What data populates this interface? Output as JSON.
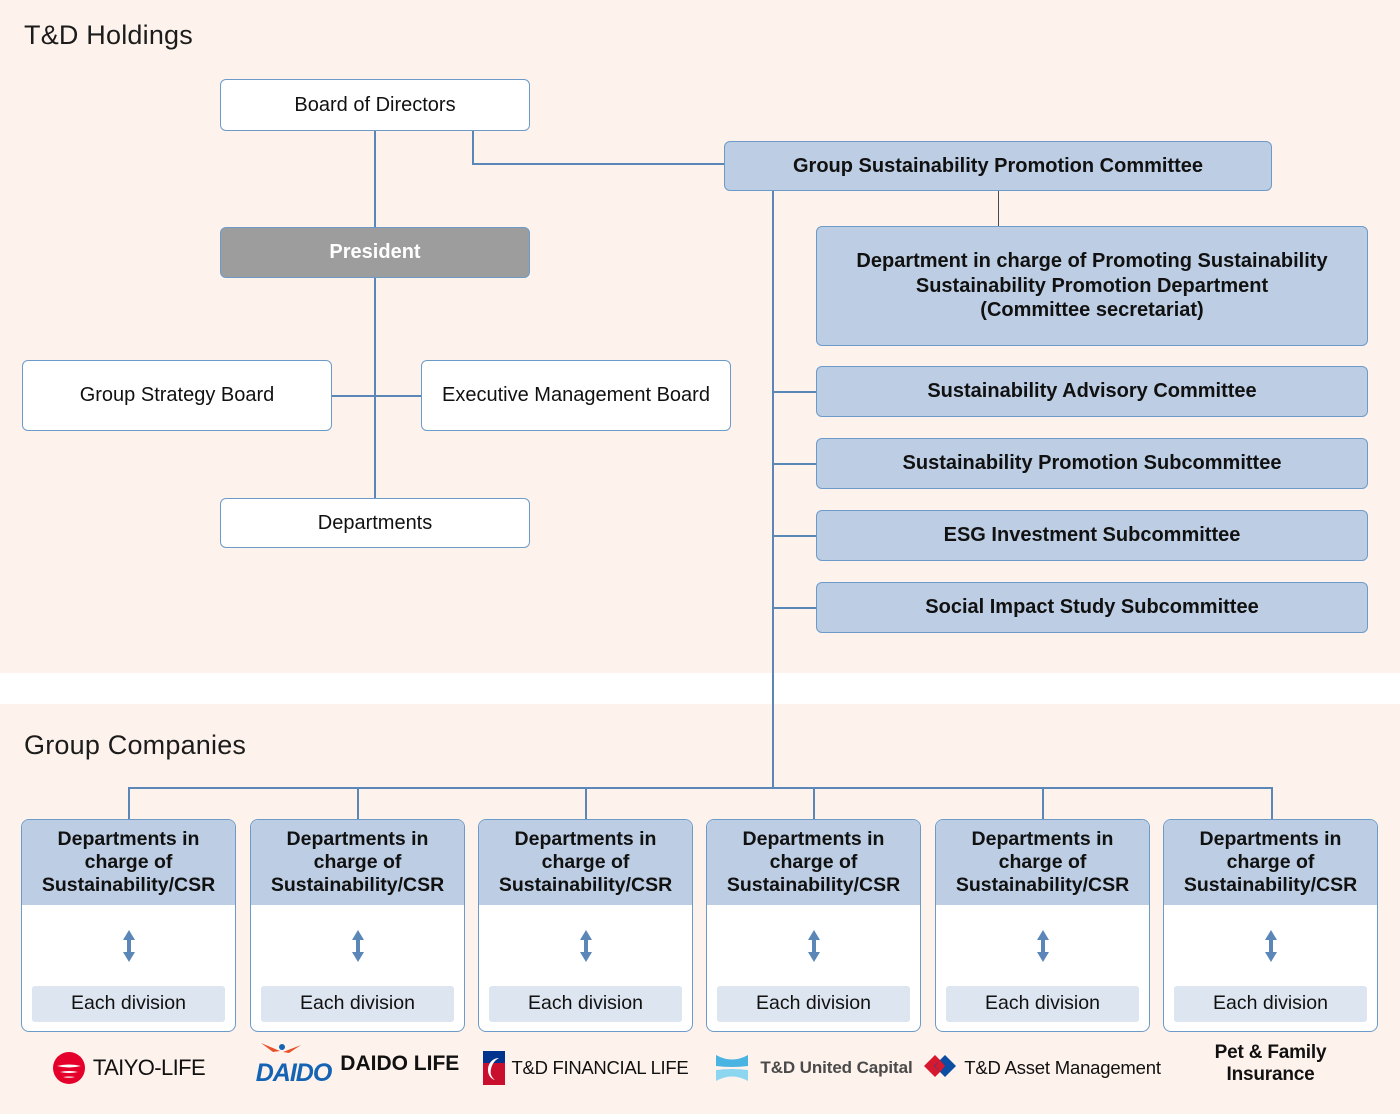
{
  "sections": {
    "holdings_title": "T&D Holdings",
    "companies_title": "Group Companies"
  },
  "holdings": {
    "board_of_directors": "Board of Directors",
    "president": "President",
    "group_strategy_board": "Group Strategy Board",
    "executive_management_board": "Executive Management Board",
    "departments": "Departments"
  },
  "sustainability": {
    "committee": "Group Sustainability Promotion Committee",
    "department_box": "Department in charge of Promoting Sustainability\nSustainability Promotion Department\n(Committee secretariat)",
    "department_box_lines": [
      "Department in charge of Promoting Sustainability",
      "Sustainability Promotion Department",
      "(Committee secretariat)"
    ],
    "subcommittees": [
      "Sustainability Advisory Committee",
      "Sustainability Promotion Subcommittee",
      "ESG Investment Subcommittee",
      "Social Impact Study Subcommittee"
    ]
  },
  "group_companies": {
    "card_head_lines": [
      "Departments in",
      "charge of",
      "Sustainability/CSR"
    ],
    "card_head": "Departments in charge of Sustainability/CSR",
    "card_foot": "Each division",
    "arrow_icon": "up-down-arrow-icon",
    "cards": [
      {
        "head": "Departments in charge of Sustainability/CSR",
        "foot": "Each division"
      },
      {
        "head": "Departments in charge of Sustainability/CSR",
        "foot": "Each division"
      },
      {
        "head": "Departments in charge of Sustainability/CSR",
        "foot": "Each division"
      },
      {
        "head": "Departments in charge of Sustainability/CSR",
        "foot": "Each division"
      },
      {
        "head": "Departments in charge of Sustainability/CSR",
        "foot": "Each division"
      },
      {
        "head": "Departments in charge of Sustainability/CSR",
        "foot": "Each division"
      }
    ]
  },
  "logos": [
    {
      "name": "taiyo-life-logo",
      "text": "TAIYO-LIFE",
      "icon": "red-sun-disc-icon",
      "color": "#e4002b"
    },
    {
      "name": "daido-life-logo",
      "text": "DAIDO  LIFE",
      "mark_text": "DAIDO",
      "icon": "daido-figure-icon",
      "color": "#1463b4",
      "accent": "#e8502a"
    },
    {
      "name": "td-financial-life-logo",
      "text": "T&D FINANCIAL LIFE",
      "icon": "td-financial-flag-icon",
      "color": "#c8102e",
      "accent": "#00338d"
    },
    {
      "name": "td-united-capital-logo",
      "text": "T&D United Capital",
      "icon": "td-united-capital-icon",
      "color": "#29a8df"
    },
    {
      "name": "td-asset-management-logo",
      "text": "T&D Asset Management",
      "icon": "td-asset-diamond-icon",
      "color": "#d6192e",
      "accent": "#0b4da2"
    },
    {
      "name": "pet-family-insurance-logo",
      "text": "Pet & Family\nInsurance",
      "text_lines": [
        "Pet & Family",
        "Insurance"
      ],
      "icon": "none"
    }
  ],
  "colors": {
    "page_background": "#fdf2ec",
    "white_band": "#ffffff",
    "box_blue_fill": "#bdcee4",
    "box_border": "#6d9bc9",
    "connector": "#5b87b8",
    "president_fill": "#9d9d9d",
    "each_division_fill": "#dde5f0"
  }
}
